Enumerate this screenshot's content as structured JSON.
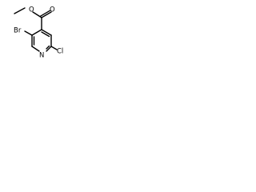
{
  "structure": {
    "atoms": {
      "carbonyl_oxygen": "O",
      "ester_oxygen": "O",
      "ring_nitrogen": "N",
      "bromine": "Br",
      "chlorine": "Cl"
    },
    "colors": {
      "bond": "#000000",
      "text": "#000000",
      "background": "#ffffff"
    }
  }
}
